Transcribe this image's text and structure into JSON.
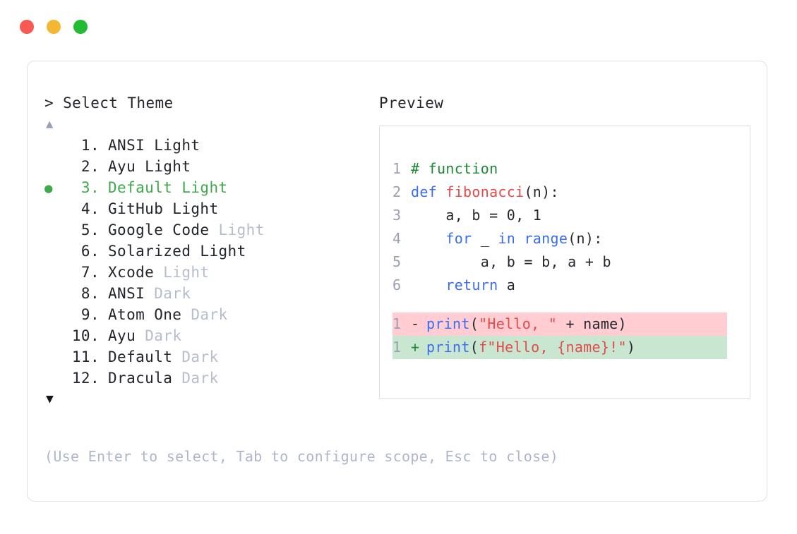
{
  "window": {
    "traffic_lights": [
      {
        "name": "close",
        "color": "#f65a52"
      },
      {
        "name": "minimize",
        "color": "#f5b731"
      },
      {
        "name": "maximize",
        "color": "#22bb33"
      }
    ]
  },
  "picker": {
    "prompt": "> Select Theme",
    "scroll_up_icon": "▲",
    "scroll_down_icon": "▼",
    "selected_bullet": "●",
    "selected_index": 3,
    "accent_color": "#3fa94d",
    "muted_color": "#b6bdcc",
    "items": [
      {
        "index": "1.",
        "name": "ANSI Light",
        "suffix": "",
        "selected": false
      },
      {
        "index": "2.",
        "name": "Ayu Light",
        "suffix": "",
        "selected": false
      },
      {
        "index": "3.",
        "name": "Default Light",
        "suffix": "",
        "selected": true
      },
      {
        "index": "4.",
        "name": "GitHub Light",
        "suffix": "",
        "selected": false
      },
      {
        "index": "5.",
        "name": "Google Code ",
        "suffix": "Light",
        "selected": false
      },
      {
        "index": "6.",
        "name": "Solarized Light",
        "suffix": "",
        "selected": false
      },
      {
        "index": "7.",
        "name": "Xcode ",
        "suffix": "Light",
        "selected": false
      },
      {
        "index": "8.",
        "name": "ANSI ",
        "suffix": "Dark",
        "selected": false
      },
      {
        "index": "9.",
        "name": "Atom One ",
        "suffix": "Dark",
        "selected": false
      },
      {
        "index": "10.",
        "name": "Ayu ",
        "suffix": "Dark",
        "selected": false
      },
      {
        "index": "11.",
        "name": "Default ",
        "suffix": "Dark",
        "selected": false
      },
      {
        "index": "12.",
        "name": "Dracula ",
        "suffix": "Dark",
        "selected": false
      }
    ],
    "hint": "(Use Enter to select, Tab to configure scope, Esc to close)"
  },
  "preview": {
    "title": "Preview",
    "code_lines": [
      {
        "ln": "1",
        "tokens": [
          {
            "t": "# function",
            "c": "comment"
          }
        ]
      },
      {
        "ln": "2",
        "tokens": [
          {
            "t": "def ",
            "c": "kw"
          },
          {
            "t": "fibonacci",
            "c": "fn"
          },
          {
            "t": "(n):",
            "c": "plain"
          }
        ]
      },
      {
        "ln": "3",
        "tokens": [
          {
            "t": "    a, b = 0, 1",
            "c": "plain"
          }
        ]
      },
      {
        "ln": "4",
        "tokens": [
          {
            "t": "    ",
            "c": "plain"
          },
          {
            "t": "for",
            "c": "kw"
          },
          {
            "t": " _ ",
            "c": "plain"
          },
          {
            "t": "in",
            "c": "kw"
          },
          {
            "t": " ",
            "c": "plain"
          },
          {
            "t": "range",
            "c": "kw"
          },
          {
            "t": "(n):",
            "c": "plain"
          }
        ]
      },
      {
        "ln": "5",
        "tokens": [
          {
            "t": "        a, b = b, a + b",
            "c": "plain"
          }
        ]
      },
      {
        "ln": "6",
        "tokens": [
          {
            "t": "    ",
            "c": "plain"
          },
          {
            "t": "return",
            "c": "kw"
          },
          {
            "t": " a",
            "c": "plain"
          }
        ]
      }
    ],
    "diff_lines": [
      {
        "ln": "1",
        "marker": "-",
        "kind": "del",
        "tokens": [
          {
            "t": "print",
            "c": "kw"
          },
          {
            "t": "(",
            "c": "plain"
          },
          {
            "t": "\"Hello, \"",
            "c": "str"
          },
          {
            "t": " + name)",
            "c": "plain"
          }
        ]
      },
      {
        "ln": "1",
        "marker": "+",
        "kind": "add",
        "tokens": [
          {
            "t": "print",
            "c": "kw"
          },
          {
            "t": "(",
            "c": "plain"
          },
          {
            "t": "f\"Hello, {name}!\"",
            "c": "str"
          },
          {
            "t": ")",
            "c": "plain"
          }
        ]
      }
    ]
  }
}
